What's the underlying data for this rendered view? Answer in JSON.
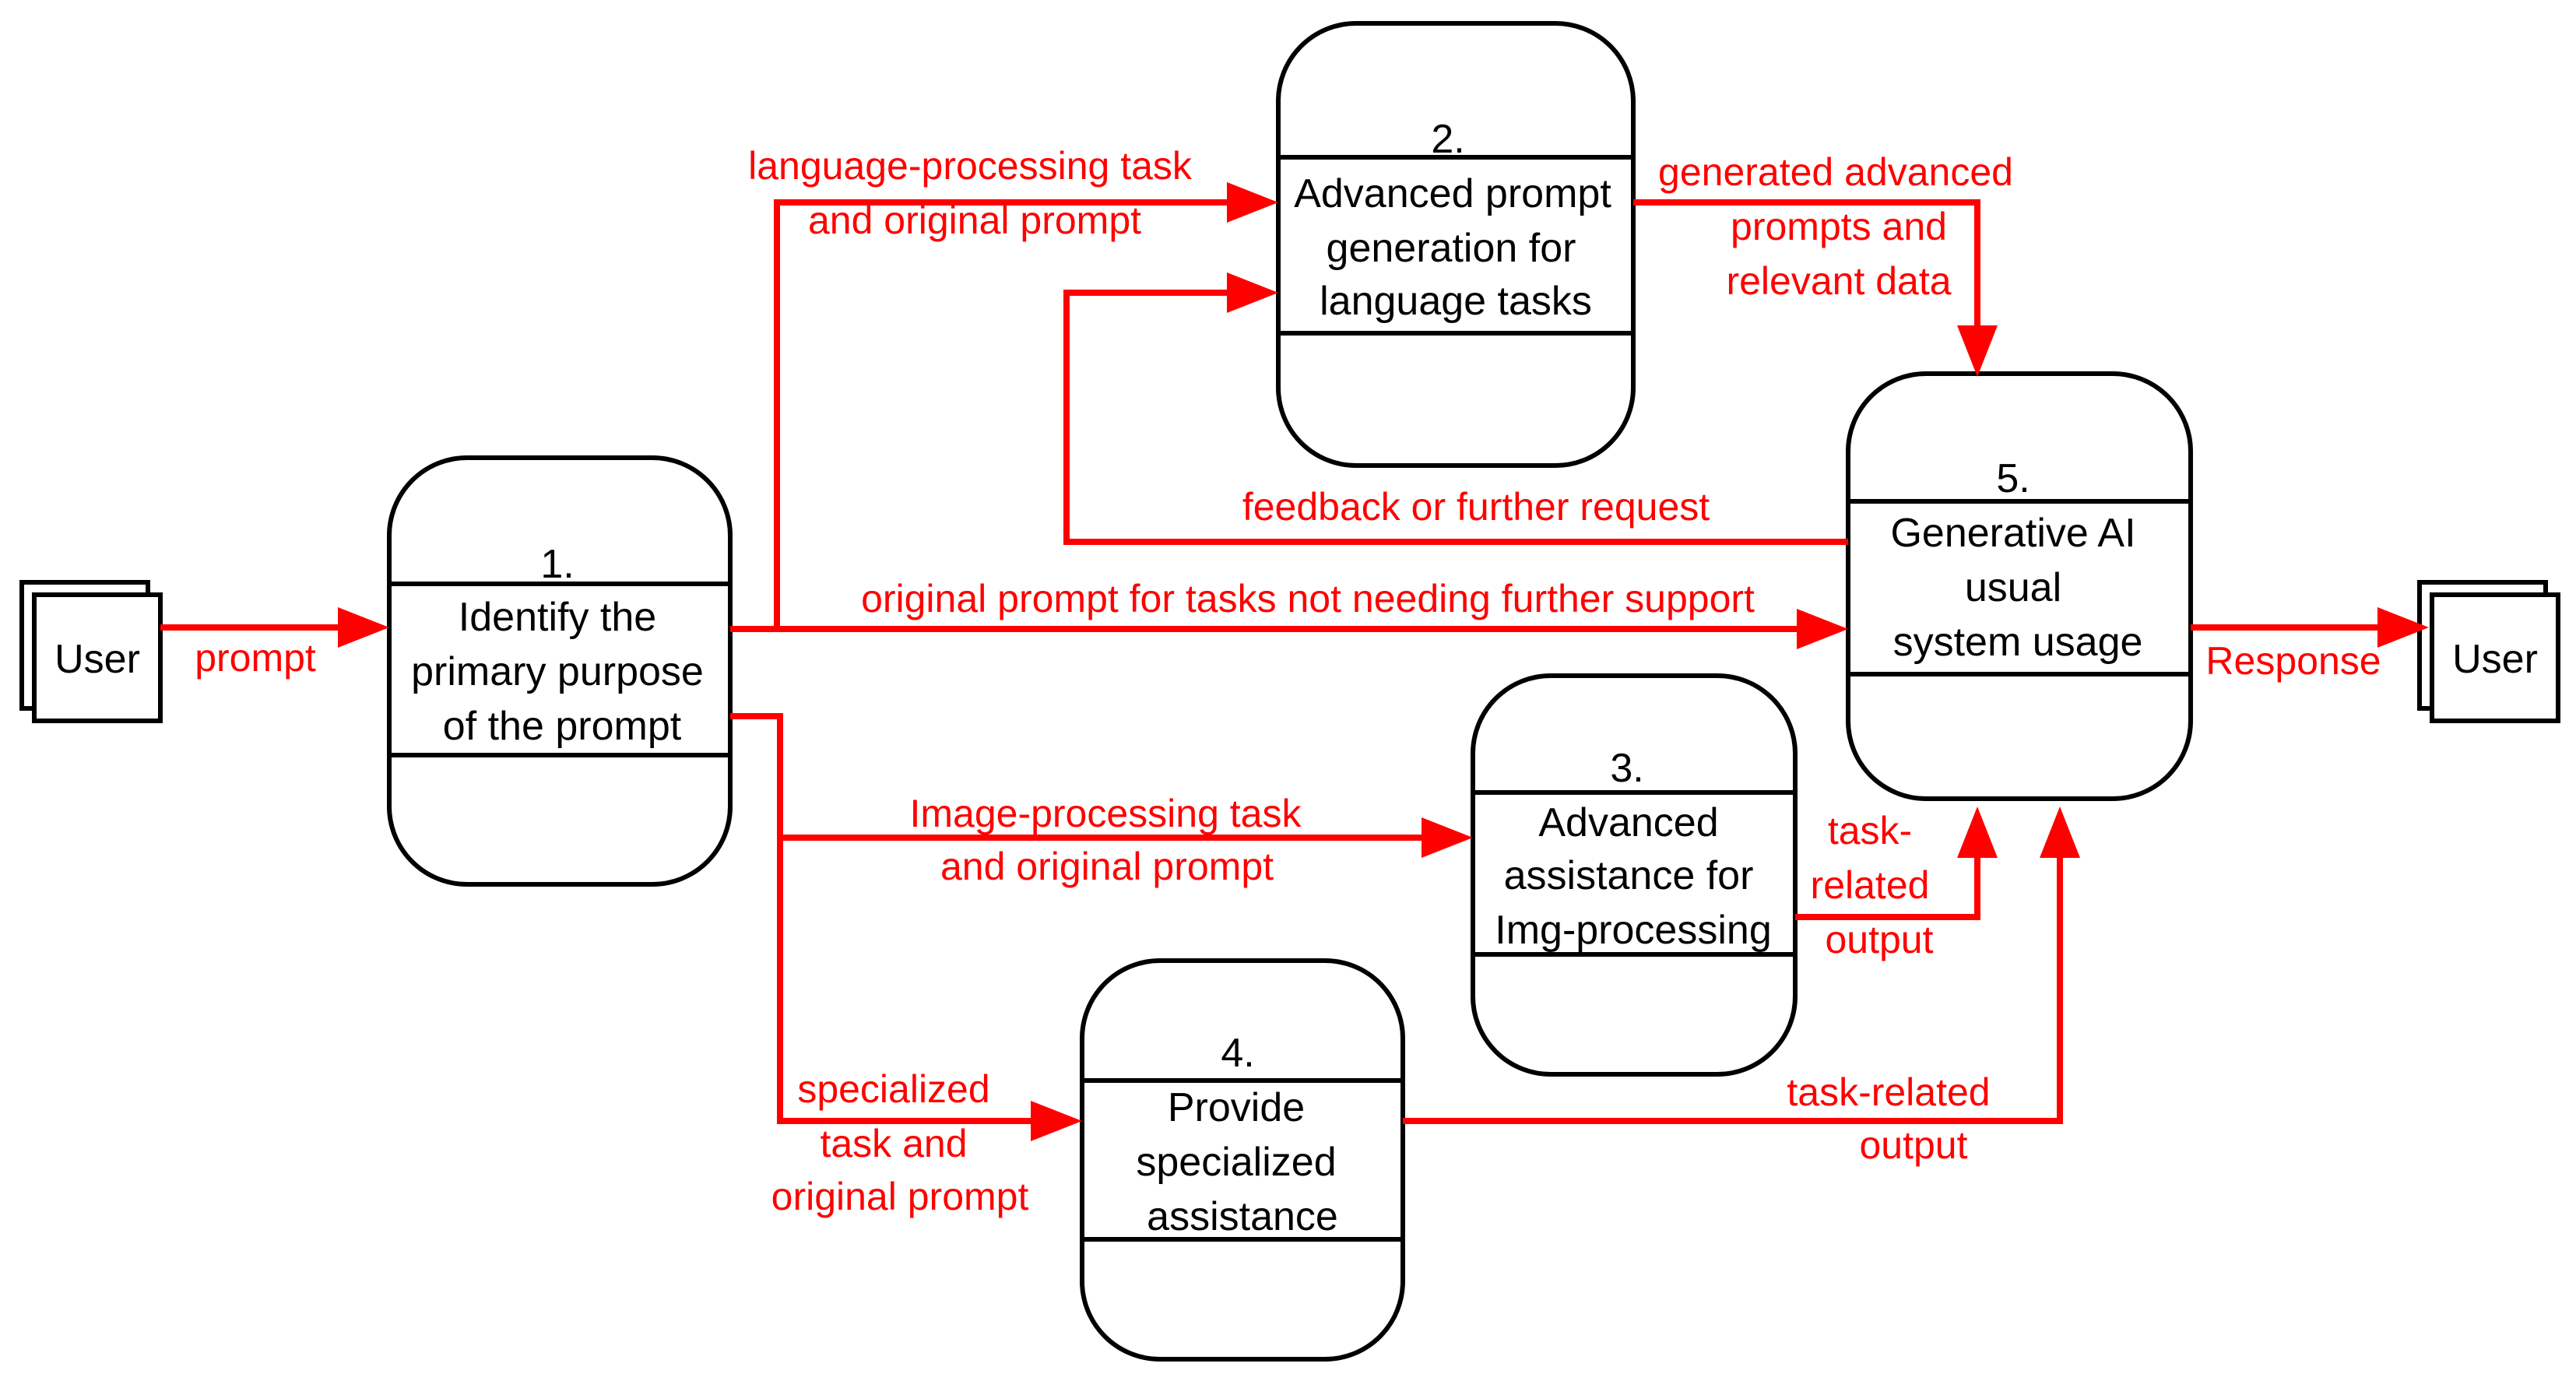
{
  "entities": {
    "user_left": "User",
    "user_right": "User"
  },
  "processes": [
    {
      "number": "1.",
      "lines": [
        "Identify the",
        "primary purpose",
        "of the prompt"
      ]
    },
    {
      "number": "2.",
      "lines": [
        "Advanced prompt",
        "generation for",
        "language tasks"
      ]
    },
    {
      "number": "3.",
      "lines": [
        "Advanced",
        "assistance for",
        "Img-processing"
      ]
    },
    {
      "number": "4.",
      "lines": [
        "Provide",
        "specialized",
        "assistance"
      ]
    },
    {
      "number": "5.",
      "lines": [
        "Generative AI",
        "usual",
        "system usage"
      ]
    }
  ],
  "flows": {
    "prompt": "prompt",
    "language_task": [
      "language-processing task",
      "and original prompt"
    ],
    "generated": [
      "generated advanced",
      "prompts and",
      "relevant data"
    ],
    "feedback": "feedback or further request",
    "original_prompt": "original prompt for tasks not needing further support",
    "image_task": [
      "Image-processing task",
      "and original prompt"
    ],
    "task_related_3": [
      "task-",
      "related",
      "output"
    ],
    "specialized": [
      "specialized",
      "task and",
      "original prompt"
    ],
    "task_related_4": [
      "task-related",
      "output"
    ],
    "response": "Response"
  },
  "colors": {
    "flow": "#ff0000",
    "outline": "#000000",
    "background": "#ffffff"
  }
}
